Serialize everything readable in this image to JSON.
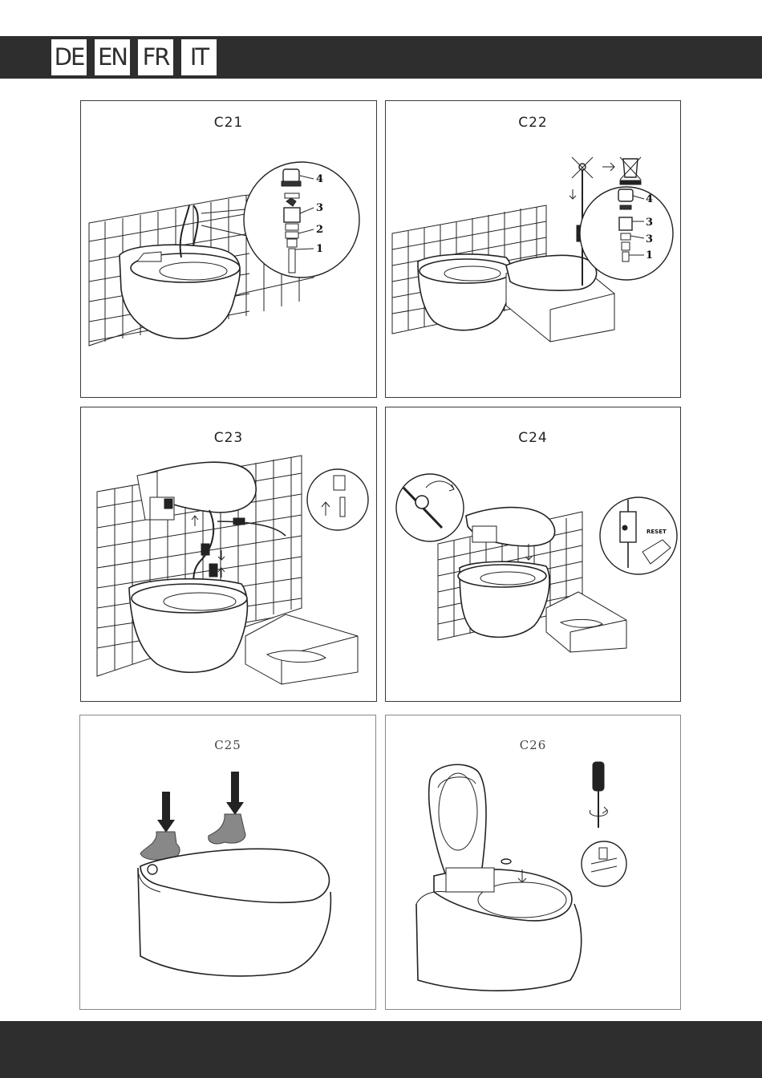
{
  "header": {
    "languages": [
      "DE",
      "EN",
      "FR",
      "IT"
    ]
  },
  "panels": {
    "c21": {
      "title": "C21",
      "steps": [
        "4",
        "3",
        "2",
        "1"
      ]
    },
    "c22": {
      "title": "C22",
      "steps": [
        "4",
        "3",
        "3",
        "1"
      ]
    },
    "c23": {
      "title": "C23"
    },
    "c24": {
      "title": "C24",
      "reset_label": "RESET"
    },
    "c25": {
      "title": "C25"
    },
    "c26": {
      "title": "C26"
    }
  },
  "colors": {
    "bar": "#2e2e2e",
    "line": "#222222",
    "panel_border": "#3a3a3a"
  }
}
